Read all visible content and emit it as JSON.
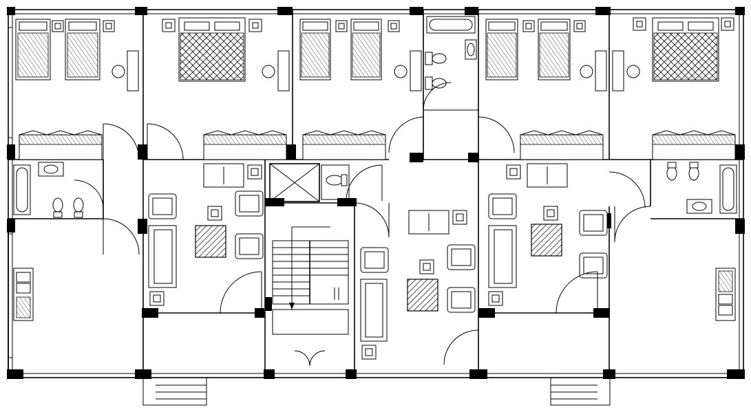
{
  "drawing": {
    "kind": "architectural floor plan",
    "units": 4,
    "text_labels": []
  },
  "colors": {
    "line": "#000000",
    "background": "#ffffff",
    "column_fill": "#000000"
  },
  "symbols": [
    "double-bed",
    "single-bed",
    "nightstand",
    "wardrobe",
    "sofa",
    "armchair",
    "coffee-table",
    "side-table",
    "wc",
    "washbasin",
    "bathtub",
    "kitchen-sink",
    "stove",
    "desk-chair",
    "stair",
    "elevator",
    "column",
    "door-swing",
    "window"
  ]
}
